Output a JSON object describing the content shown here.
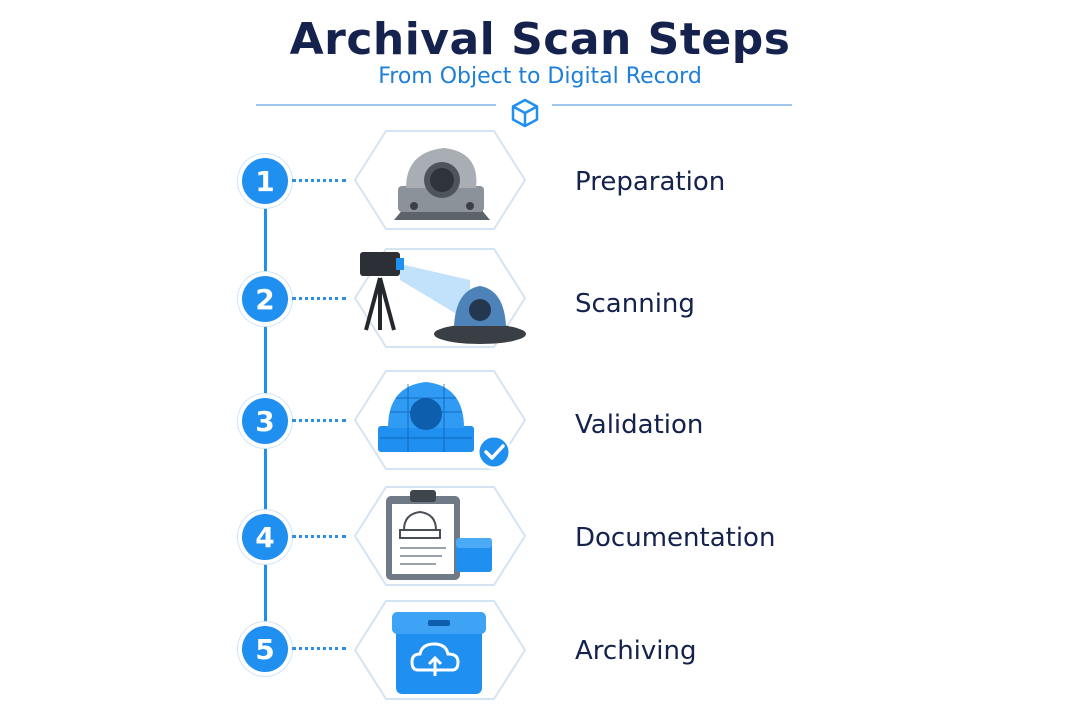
{
  "header": {
    "title": "Archival Scan Steps",
    "subtitle": "From Object to Digital Record",
    "icon": "cube-icon"
  },
  "colors": {
    "accent": "#1f8ff0",
    "title": "#14224d",
    "subtitle": "#1e7fd8"
  },
  "steps": [
    {
      "number": "1",
      "label": "Preparation",
      "icon": "bearing-housing-icon"
    },
    {
      "number": "2",
      "label": "Scanning",
      "icon": "scanner-camera-icon"
    },
    {
      "number": "3",
      "label": "Validation",
      "icon": "mesh-check-icon"
    },
    {
      "number": "4",
      "label": "Documentation",
      "icon": "clipboard-icon"
    },
    {
      "number": "5",
      "label": "Archiving",
      "icon": "archive-box-icon"
    }
  ]
}
